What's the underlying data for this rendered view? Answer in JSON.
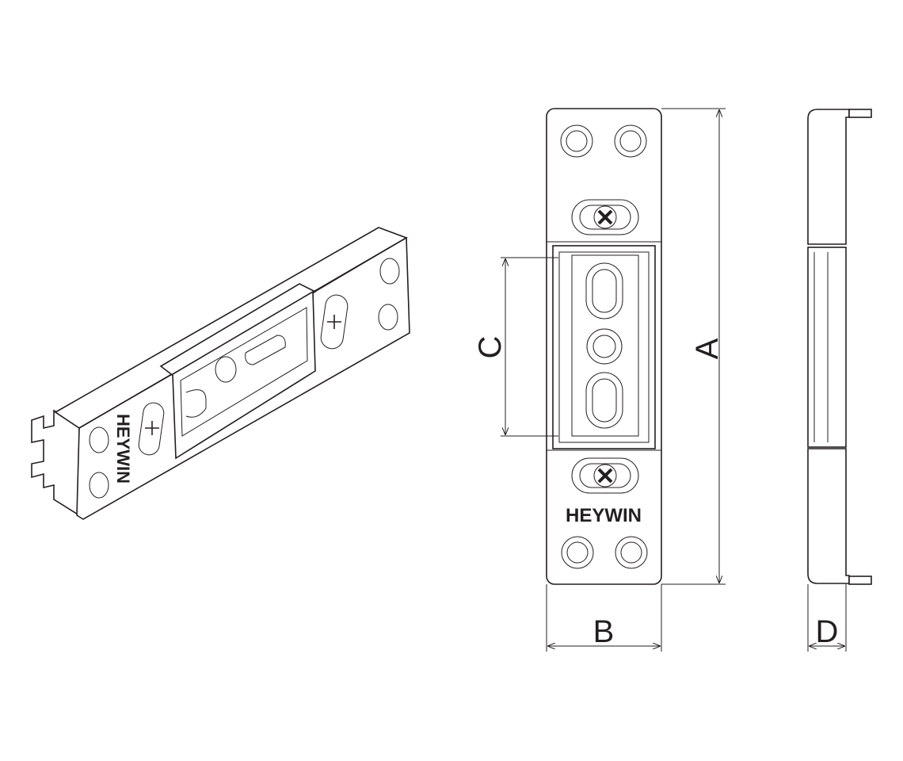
{
  "brand": "HEYWIN",
  "dimensions": {
    "a": "A",
    "b": "B",
    "c": "C",
    "d": "D"
  },
  "colors": {
    "line": "#231f20",
    "background": "#ffffff"
  }
}
